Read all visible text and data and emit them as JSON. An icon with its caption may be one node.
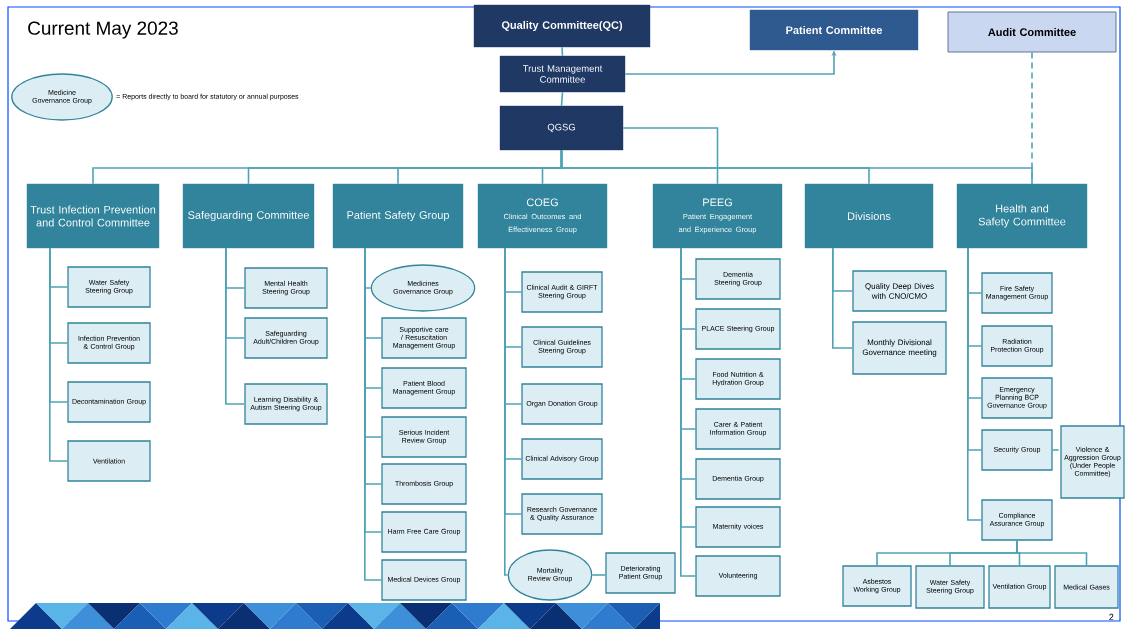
{
  "diagram": {
    "title": "Current May 2023",
    "nodes": [
      {
        "text": [
          "Quality Committee(QC)"
        ]
      },
      {
        "text": [
          "Patient Committee"
        ]
      },
      {
        "text": [
          "Audit Committee"
        ]
      },
      {
        "text": [
          "Medicine Governance Group"
        ]
      },
      {
        "text": [
          "Trust Management Committee"
        ]
      },
      {
        "text": [
          "QGSG"
        ]
      },
      {
        "text": [
          "Trust Infection Prevention and Control Committee"
        ]
      },
      {
        "text": [
          "Safeguarding Committee"
        ]
      },
      {
        "text": [
          "Patient Safety Group"
        ]
      },
      {
        "text": [
          "COEG",
          "Clinical Outcomes and Effectiveness Group"
        ]
      },
      {
        "text": [
          "PEEG",
          "Patient Engagement and Experience Group"
        ]
      },
      {
        "text": [
          "Divisions"
        ]
      },
      {
        "text": [
          "Health and Safety Committee"
        ]
      },
      {
        "text": [
          "Water Safety Steering Group"
        ]
      },
      {
        "text": [
          "Infection Prevention & Control Group"
        ]
      },
      {
        "text": [
          "Decontamination Group"
        ]
      },
      {
        "text": [
          "Ventilation"
        ]
      },
      {
        "text": [
          "Mental Health Steering Group"
        ]
      },
      {
        "text": [
          "Safeguarding Adult/Children Group"
        ]
      },
      {
        "text": [
          "Learning Disability & Autism Steering Group"
        ]
      },
      {
        "text": [
          "Medicines Governance Group"
        ]
      },
      {
        "text": [
          "Supportive care / Resuscitation Management Group"
        ]
      },
      {
        "text": [
          "Patient Blood Management Group"
        ]
      },
      {
        "text": [
          "Serious Incident Review Group"
        ]
      },
      {
        "text": [
          "Thrombosis Group"
        ]
      },
      {
        "text": [
          "Harm Free Care Group"
        ]
      },
      {
        "text": [
          "Medical Devices Group"
        ]
      },
      {
        "text": [
          "Clinical Audit & GIRFT Steering Group"
        ]
      },
      {
        "text": [
          "Clinical Guidelines Steering Group"
        ]
      },
      {
        "text": [
          "Organ Donation Group"
        ]
      },
      {
        "text": [
          "Clinical Advisory Group"
        ]
      },
      {
        "text": [
          "Research Governance & Quality Assurance"
        ]
      },
      {
        "text": [
          "Mortality Review Group"
        ]
      },
      {
        "text": [
          "Deteriorating Patient Group"
        ]
      },
      {
        "text": [
          "Dementia Steering Group"
        ]
      },
      {
        "text": [
          "PLACE Steering Group"
        ]
      },
      {
        "text": [
          "Food Nutrition & Hydration Group"
        ]
      },
      {
        "text": [
          "Carer & Patient Information Group"
        ]
      },
      {
        "text": [
          "Dementia Group"
        ]
      },
      {
        "text": [
          "Maternity voices"
        ]
      },
      {
        "text": [
          "Volunteering"
        ]
      },
      {
        "text": [
          "Quality Deep Dives with CNO/CMO"
        ]
      },
      {
        "text": [
          "Monthly Divisional Governance meeting"
        ]
      },
      {
        "text": [
          "Fire Safety Management Group"
        ]
      },
      {
        "text": [
          "Radiation Protection Group"
        ]
      },
      {
        "text": [
          "Emergency Planning BCP Governance Group"
        ]
      },
      {
        "text": [
          "Security Group"
        ]
      },
      {
        "text": [
          "Violence & Aggression Group (Under People Committee)"
        ]
      },
      {
        "text": [
          "Compliance Assurance Group"
        ]
      },
      {
        "text": [
          "Asbestos Working Group"
        ]
      },
      {
        "text": [
          "Water Safety Steering Group"
        ]
      },
      {
        "text": [
          "Ventilation Group"
        ]
      },
      {
        "text": [
          "Medical Gases"
        ]
      }
    ],
    "edges": [
      {
        "from": 0,
        "to": 4,
        "arrow": "none"
      },
      {
        "from": 4,
        "to": 1,
        "arrow": "to"
      },
      {
        "from": 4,
        "to": 5,
        "arrow": "none"
      },
      {
        "from": 5,
        "to": 6,
        "arrow": "none"
      },
      {
        "from": 5,
        "to": 7,
        "arrow": "none"
      },
      {
        "from": 5,
        "to": 8,
        "arrow": "none"
      },
      {
        "from": 5,
        "to": 9,
        "arrow": "none"
      },
      {
        "from": 5,
        "to": 10,
        "arrow": "none"
      },
      {
        "from": 5,
        "to": 11,
        "arrow": "none"
      },
      {
        "from": 5,
        "to": 12,
        "arrow": "none"
      },
      {
        "from": 2,
        "to": 12,
        "arrow": "none",
        "style": "dashed"
      },
      {
        "from": 6,
        "to": 13,
        "arrow": "none"
      },
      {
        "from": 6,
        "to": 14,
        "arrow": "none"
      },
      {
        "from": 6,
        "to": 15,
        "arrow": "none"
      },
      {
        "from": 6,
        "to": 16,
        "arrow": "none"
      },
      {
        "from": 7,
        "to": 17,
        "arrow": "none"
      },
      {
        "from": 7,
        "to": 18,
        "arrow": "none"
      },
      {
        "from": 7,
        "to": 19,
        "arrow": "none"
      },
      {
        "from": 8,
        "to": 20,
        "arrow": "none"
      },
      {
        "from": 8,
        "to": 21,
        "arrow": "none"
      },
      {
        "from": 8,
        "to": 22,
        "arrow": "none"
      },
      {
        "from": 8,
        "to": 23,
        "arrow": "none"
      },
      {
        "from": 8,
        "to": 24,
        "arrow": "none"
      },
      {
        "from": 8,
        "to": 25,
        "arrow": "none"
      },
      {
        "from": 8,
        "to": 26,
        "arrow": "none"
      },
      {
        "from": 9,
        "to": 27,
        "arrow": "none"
      },
      {
        "from": 9,
        "to": 28,
        "arrow": "none"
      },
      {
        "from": 9,
        "to": 29,
        "arrow": "none"
      },
      {
        "from": 9,
        "to": 30,
        "arrow": "none"
      },
      {
        "from": 9,
        "to": 31,
        "arrow": "none"
      },
      {
        "from": 9,
        "to": 32,
        "arrow": "none"
      },
      {
        "from": 32,
        "to": 33,
        "arrow": "none"
      },
      {
        "from": 10,
        "to": 34,
        "arrow": "none"
      },
      {
        "from": 10,
        "to": 35,
        "arrow": "none"
      },
      {
        "from": 10,
        "to": 36,
        "arrow": "none"
      },
      {
        "from": 10,
        "to": 37,
        "arrow": "none"
      },
      {
        "from": 10,
        "to": 38,
        "arrow": "none"
      },
      {
        "from": 10,
        "to": 39,
        "arrow": "none"
      },
      {
        "from": 10,
        "to": 40,
        "arrow": "none"
      },
      {
        "from": 11,
        "to": 41,
        "arrow": "none"
      },
      {
        "from": 11,
        "to": 42,
        "arrow": "none"
      },
      {
        "from": 12,
        "to": 43,
        "arrow": "none"
      },
      {
        "from": 12,
        "to": 44,
        "arrow": "none"
      },
      {
        "from": 12,
        "to": 45,
        "arrow": "none"
      },
      {
        "from": 12,
        "to": 46,
        "arrow": "none"
      },
      {
        "from": 46,
        "to": 47,
        "arrow": "none",
        "style": "dashed"
      },
      {
        "from": 12,
        "to": 48,
        "arrow": "none"
      },
      {
        "from": 48,
        "to": 49,
        "arrow": "none"
      },
      {
        "from": 48,
        "to": 50,
        "arrow": "none"
      },
      {
        "from": 48,
        "to": 51,
        "arrow": "none"
      },
      {
        "from": 48,
        "to": 52,
        "arrow": "none"
      }
    ],
    "labels": [
      "= Reports directly to board for statutory or annual purposes",
      "2"
    ]
  }
}
